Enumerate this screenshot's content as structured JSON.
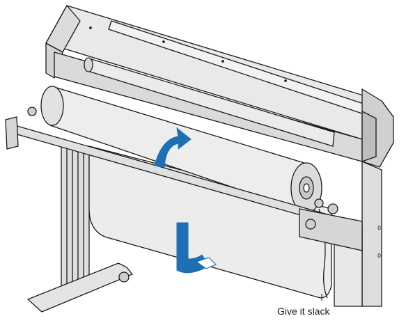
{
  "diagram": {
    "subject": "Cutting plotter on stand with media roll loaded (rear view)",
    "callout_label": "Give it slack",
    "arrows": [
      {
        "name": "roll-rotation-arrow",
        "meaning": "rotate roll backward / upward"
      },
      {
        "name": "pull-down-arrow",
        "meaning": "pull media down"
      }
    ],
    "colors": {
      "line": "#1a1a1a",
      "body_fill": "#e6e6e6",
      "shade_fill": "#cfcfcf",
      "media_fill": "#ececec",
      "arrow_blue": "#1f6fb4"
    }
  }
}
